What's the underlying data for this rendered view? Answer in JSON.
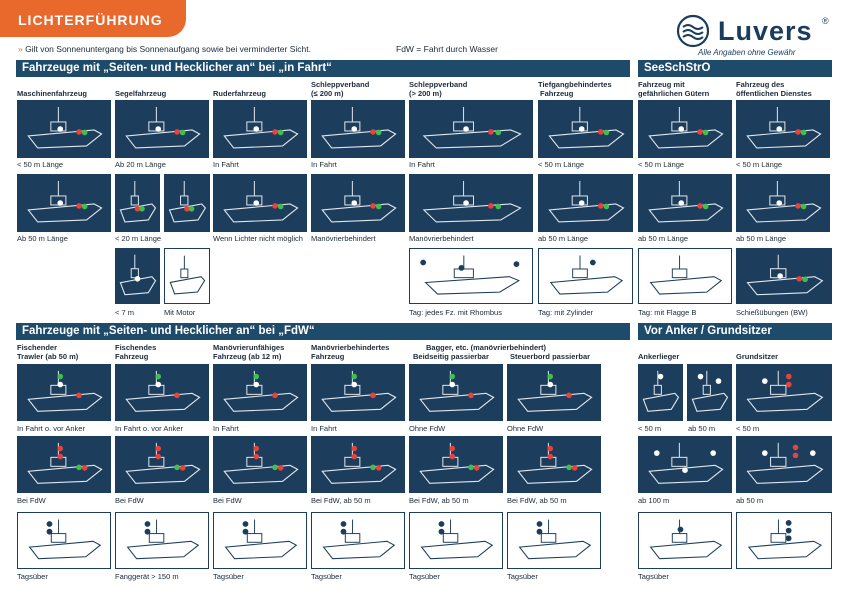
{
  "header": {
    "title": "LICHTERFÜHRUNG",
    "note_left": "Gilt von Sonnenuntergang bis Sonnenaufgang sowie bei verminderter Sicht.",
    "note_right": "FdW = Fahrt durch Wasser"
  },
  "logo": {
    "name": "Luvers",
    "reg": "®",
    "tagline": "Alle Angaben ohne Gewähr"
  },
  "colors": {
    "accent": "#e9692c",
    "section_bar": "#1f4b6b",
    "tile_dark": "#1d3d5c",
    "light_red": "#e8433a",
    "light_green": "#3fbf4f",
    "light_white": "#ffffff"
  },
  "sections": {
    "fahrt": "Fahrzeuge mit „Seiten- und Hecklicher an“ bei „in Fahrt“",
    "seeschstro": "SeeSchStrO",
    "fdw": "Fahrzeuge mit „Seiten- und Hecklicher an“ bei „FdW“",
    "anker": "Vor Anker / Grundsitzer"
  },
  "heads": {
    "maschinen": "Maschinenfahrzeug",
    "segel": "Segelfahrzeug",
    "ruder": "Ruderfahrzeug",
    "schlepp1_l1": "Schleppverband",
    "schlepp1_l2": "(≤ 200 m)",
    "schlepp2_l1": "Schleppverband",
    "schlepp2_l2": "(> 200 m)",
    "tiefgang_l1": "Tiefgangbehindertes",
    "tiefgang_l2": "Fahrzeug",
    "gefahr_l1": "Fahrzeug mit",
    "gefahr_l2": "gefährlichen Gütern",
    "oeff_l1": "Fahrzeug des",
    "oeff_l2": "öffentlichen Dienstes",
    "trawler_l1": "Fischender",
    "trawler_l2": "Trawler (ab 50 m)",
    "fischend_l1": "Fischendes",
    "fischend_l2": "Fahrzeug",
    "manoevrierunf_l1": "Manövrierunfähiges",
    "manoevrierunf_l2": "Fahrzeug (ab 12 m)",
    "manoevrierbeh_l1": "Manövrierbehindertes",
    "manoevrierbeh_l2": "Fahrzeug",
    "bagger": "Bagger, etc. (manövrierbehindert)",
    "beidseitig": "Beidseitig passierbar",
    "steuerbord": "Steuerbord passierbar",
    "ankerlieger": "Ankerlieger",
    "grundsitzer": "Grundsitzer"
  },
  "caps": {
    "r1_mf": "< 50 m Länge",
    "r1_sf": "Ab 20 m Länge",
    "r1_rf": "In Fahrt",
    "r1_s1": "In Fahrt",
    "r1_s2": "In Fahrt",
    "r1_tg": "< 50 m Länge",
    "r1_gg": "< 50 m Länge",
    "r1_od": "< 50 m Länge",
    "r2_mf": "Ab 50 m Länge",
    "r2_sf": "< 20 m Länge",
    "r2_rf": "Wenn Lichter nicht möglich",
    "r2_s1": "Manövrierbehindert",
    "r2_s2": "Manövrierbehindert",
    "r2_tg": "ab 50 m Länge",
    "r2_gg": "ab 50 m Länge",
    "r2_od": "ab 50 m Länge",
    "r3_s7": "< 7 m",
    "r3_sm": "Mit Motor",
    "r3_s2": "Tag: jedes Fz. mit Rhombus",
    "r3_tg": "Tag: mit Zylinder",
    "r3_gg": "Tag: mit Flagge B",
    "r3_od": "Schießübungen (BW)",
    "f1_tr": "In Fahrt o. vor Anker",
    "f1_fi": "In Fahrt o. vor Anker",
    "f1_mu": "In Fahrt",
    "f1_mb": "In Fahrt",
    "f1_bb": "Ohne FdW",
    "f1_st": "Ohne FdW",
    "f2_tr": "Bei FdW",
    "f2_fi": "Bei FdW",
    "f2_mu": "Bei FdW",
    "f2_mb": "Bei FdW, ab 50 m",
    "f2_bb": "Bei FdW, ab 50 m",
    "f2_st": "Bei FdW, ab 50 m",
    "f3_tr": "Tagsüber",
    "f3_fi": "Fanggerät > 150 m",
    "f3_mu": "Tagsüber",
    "f3_mb": "Tagsüber",
    "f3_bb": "Tagsüber",
    "f3_st": "Tagsüber",
    "a1_a": "< 50 m",
    "a1_b": "ab 50 m",
    "a1_g": "< 50 m",
    "a2_a": "ab 100 m",
    "a2_g": "ab 50 m",
    "a3_a": "Tagsüber"
  }
}
